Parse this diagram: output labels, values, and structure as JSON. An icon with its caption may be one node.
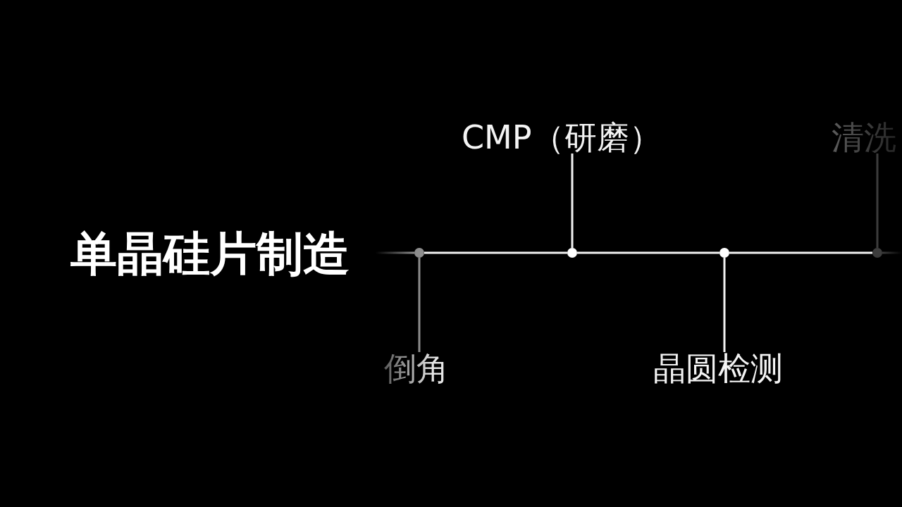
{
  "diagram": {
    "title": "单晶硅片制造",
    "nodes": [
      {
        "text": [
          "倒角"
        ]
      },
      {
        "text": [],
        "shape": "circle"
      },
      {
        "text": [
          "CMP（研磨）"
        ]
      },
      {
        "text": [],
        "shape": "circle"
      },
      {
        "text": [
          "晶圆检测"
        ]
      },
      {
        "text": [],
        "shape": "circle"
      },
      {
        "text": [
          "清洗"
        ]
      },
      {
        "text": [],
        "shape": "circle"
      }
    ],
    "edges": [
      {
        "from": null,
        "to": 1,
        "arrow": "none"
      },
      {
        "from": 0,
        "to": 1,
        "arrow": "none",
        "color": "#8d8d8d"
      },
      {
        "from": 1,
        "to": 3,
        "arrow": "none"
      },
      {
        "from": 2,
        "to": 3,
        "arrow": "none"
      },
      {
        "from": 3,
        "to": 5,
        "arrow": "none"
      },
      {
        "from": 4,
        "to": 5,
        "arrow": "none"
      },
      {
        "from": 5,
        "to": 7,
        "arrow": "none"
      },
      {
        "from": 6,
        "to": 7,
        "arrow": "none",
        "color": "#3c3c3c"
      },
      {
        "from": 7,
        "to": null,
        "arrow": "none"
      }
    ]
  }
}
